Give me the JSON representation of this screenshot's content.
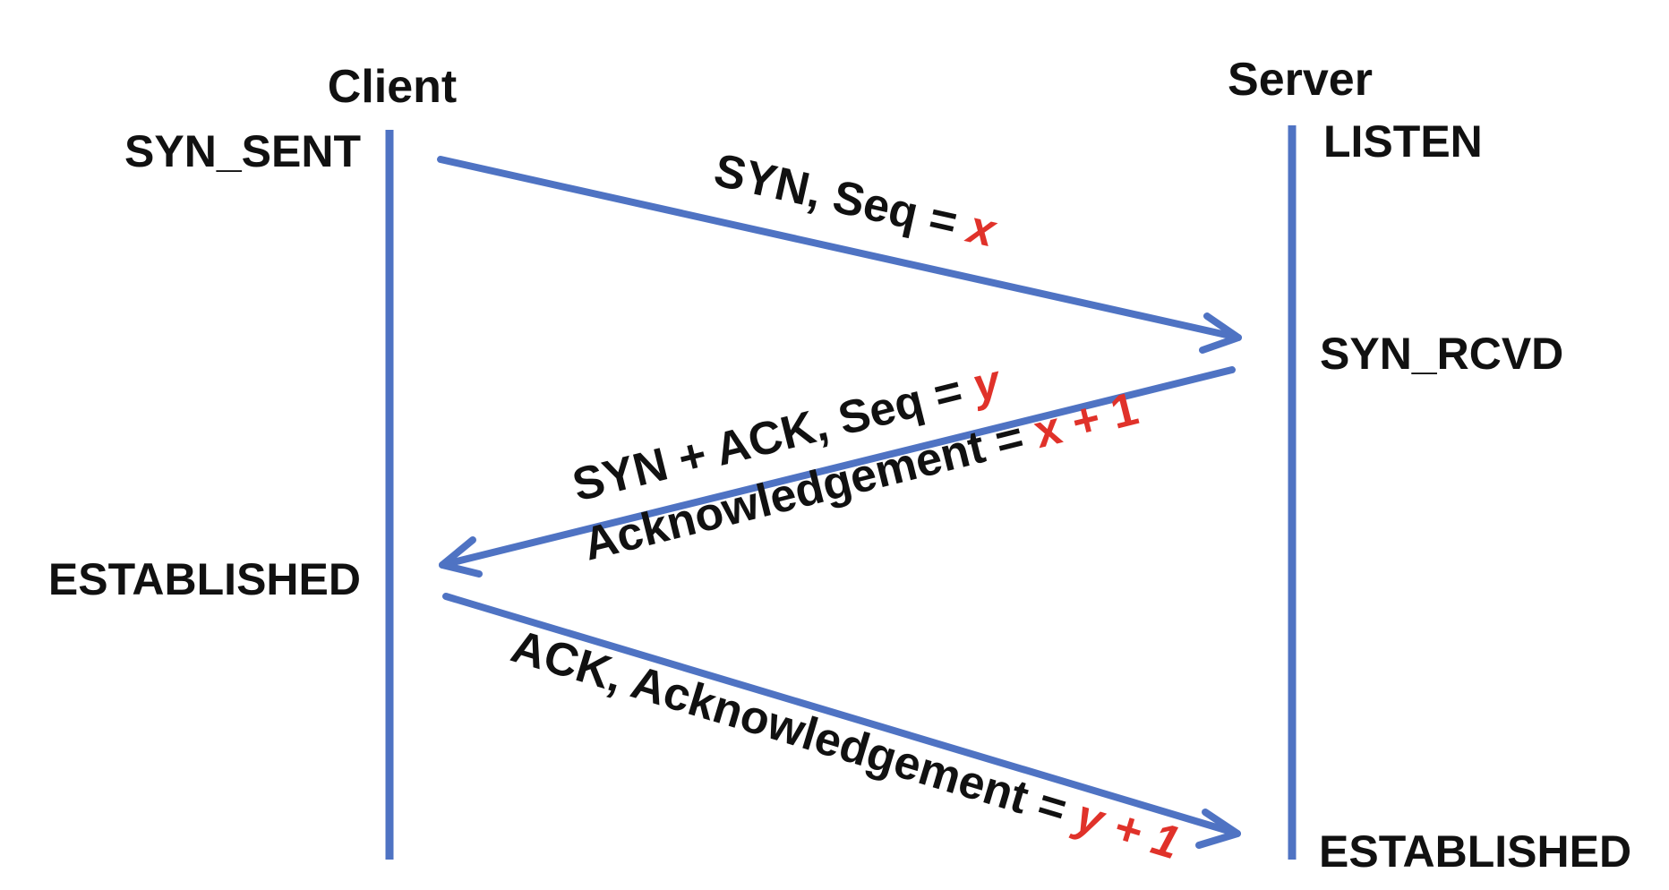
{
  "actors": {
    "client": "Client",
    "server": "Server"
  },
  "states": {
    "client_syn_sent": "SYN_SENT",
    "client_established": "ESTABLISHED",
    "server_listen": "LISTEN",
    "server_syn_rcvd": "SYN_RCVD",
    "server_established": "ESTABLISHED"
  },
  "messages": {
    "syn": {
      "text": "SYN, Seq = ",
      "value": "x"
    },
    "syn_ack": {
      "line1_text": "SYN + ACK, Seq = ",
      "line1_value": "y",
      "line2_text": "Acknowledgement = ",
      "line2_value": "x + 1"
    },
    "ack": {
      "text": "ACK, Acknowledgement = ",
      "value": "y + 1"
    }
  },
  "colors": {
    "lines": "#4f73c3",
    "highlight": "#e0322a",
    "text": "#111111"
  }
}
